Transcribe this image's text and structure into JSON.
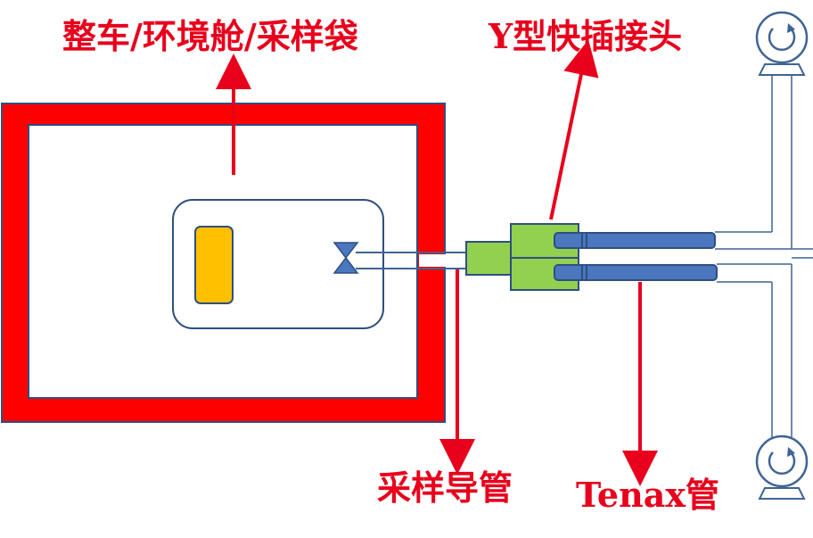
{
  "labels": {
    "chamber": "整车/环境舱/采样袋",
    "y_connector": "Y型快插接头",
    "sampling_tube": "采样导管",
    "tenax_tube": "Tenax管"
  },
  "colors": {
    "label_red": "#e8001c",
    "enclosure_red": "#ff0000",
    "frame_blue": "#2f4f7f",
    "connector_green": "#92d050",
    "tenax_blue": "#4a77be",
    "source_orange": "#ffc000",
    "pipe_outline": "#3f6494"
  },
  "icons": {
    "pump_top": "pump-icon",
    "pump_bottom": "pump-icon",
    "valve": "valve-icon"
  }
}
